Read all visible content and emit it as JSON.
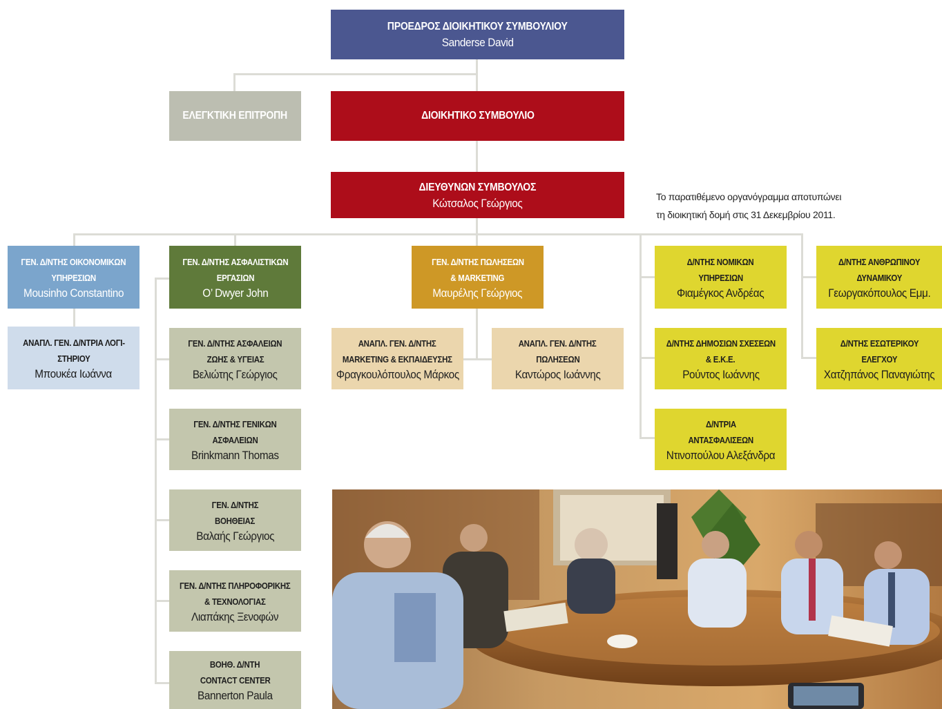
{
  "chairman": {
    "title": "ΠΡΟΕΔΡΟΣ ΔΙΟΙΚΗΤΙΚΟΥ ΣΥΜΒΟΥΛΙΟΥ",
    "name": "Sanderse David"
  },
  "audit_committee": {
    "title": "ΕΛΕΓΚΤΙΚΗ ΕΠΙΤΡΟΠΗ"
  },
  "board": {
    "title": "ΔΙΟΙΚΗΤΙΚΟ ΣΥΜΒΟΥΛΙΟ"
  },
  "ceo": {
    "title": "ΔΙΕΥΘΥΝΩΝ ΣΥΜΒΟΥΛΟΣ",
    "name": "Κώτσαλος Γεώργιος"
  },
  "note": {
    "line1": "Το παρατιθέμενο οργανόγραμμα αποτυπώνει",
    "line2": "τη διοικητική δομή στις 31 Δεκεμβρίου 2011."
  },
  "finance": {
    "gm": {
      "title1": "ΓΕΝ. Δ/ΝΤΗΣ ΟΙΚΟΝΟΜΙΚΩΝ",
      "title2": "ΥΠΗΡΕΣΙΩΝ",
      "name": "Mousinho Constantino"
    },
    "deputy": {
      "title1": "ΑΝΑΠΛ. ΓΕΝ. Δ/ΝΤΡΙΑ ΛΟΓΙ-",
      "title2": "ΣΤΗΡΙΟΥ",
      "name": "Μπουκέα Ιωάννα"
    }
  },
  "insurance": {
    "gm": {
      "title1": "ΓΕΝ. Δ/ΝΤΗΣ ΑΣΦΑΛΙΣΤΙΚΩΝ",
      "title2": "ΕΡΓΑΣΙΩΝ",
      "name": "O’ Dwyer John"
    },
    "subs": [
      {
        "title1": "ΓΕΝ. Δ/ΝΤΗΣ ΑΣΦΑΛΕΙΩΝ",
        "title2": "ΖΩΗΣ & ΥΓΕΙΑΣ",
        "name": "Βελιώτης Γεώργιος"
      },
      {
        "title1": "ΓΕΝ. Δ/ΝΤΗΣ ΓΕΝΙΚΩΝ",
        "title2": "ΑΣΦΑΛΕΙΩΝ",
        "name": "Brinkmann Thomas"
      },
      {
        "title1": "ΓΕΝ. Δ/ΝΤΗΣ",
        "title2": "ΒΟΗΘΕΙΑΣ",
        "name": "Βαλαής Γεώργιος"
      },
      {
        "title1": "ΓΕΝ. Δ/ΝΤΗΣ ΠΛΗΡΟΦΟΡΙΚΗΣ",
        "title2": "& ΤΕΧΝΟΛΟΓΙΑΣ",
        "name": "Λιαπάκης Ξενοφών"
      },
      {
        "title1": "ΒΟΗΘ. Δ/ΝΤΗ",
        "title2": "CONTACT CENTER",
        "name": "Bannerton Paula"
      }
    ]
  },
  "sales": {
    "gm": {
      "title1": "ΓΕΝ. Δ/ΝΤΗΣ ΠΩΛΗΣΕΩΝ",
      "title2": "& MARKETING",
      "name": "Μαυρέλης Γεώργιος"
    },
    "deputies": [
      {
        "title1": "ΑΝΑΠΛ. ΓΕΝ. Δ/ΝΤΗΣ",
        "title2": "MARKETING & ΕΚΠΑΙΔΕΥΣΗΣ",
        "name": "Φραγκουλόπουλος Μάρκος"
      },
      {
        "title1": "ΑΝΑΠΛ. ΓΕΝ. Δ/ΝΤΗΣ",
        "title2": "ΠΩΛΗΣΕΩΝ",
        "name": "Καντώρος Ιωάννης"
      }
    ]
  },
  "directors_mid": [
    {
      "title1": "Δ/ΝΤΗΣ ΝΟΜΙΚΩΝ",
      "title2": "ΥΠΗΡΕΣΙΩΝ",
      "name": "Φιαμέγκος Ανδρέας"
    },
    {
      "title1": "Δ/ΝΤΗΣ ΔΗΜΟΣΙΩΝ ΣΧΕΣΕΩΝ",
      "title2": "& Ε.Κ.Ε.",
      "name": "Ρούντος Ιωάννης"
    },
    {
      "title1": "Δ/ΝΤΡΙΑ",
      "title2": "ΑΝΤΑΣΦΑΛΙΣΕΩΝ",
      "name": "Ντινοπούλου Αλεξάνδρα"
    }
  ],
  "directors_right": [
    {
      "title1": "Δ/ΝΤΗΣ ΑΝΘΡΩΠΙΝΟΥ",
      "title2": "ΔΥΝΑΜΙΚΟΥ",
      "name": "Γεωργακόπουλος Εμμ."
    },
    {
      "title1": "Δ/ΝΤΗΣ ΕΣΩΤΕΡΙΚΟΥ",
      "title2": "ΕΛΕΓΧΟΥ",
      "name": "Χατζηπάνος Παναγιώτης"
    }
  ]
}
